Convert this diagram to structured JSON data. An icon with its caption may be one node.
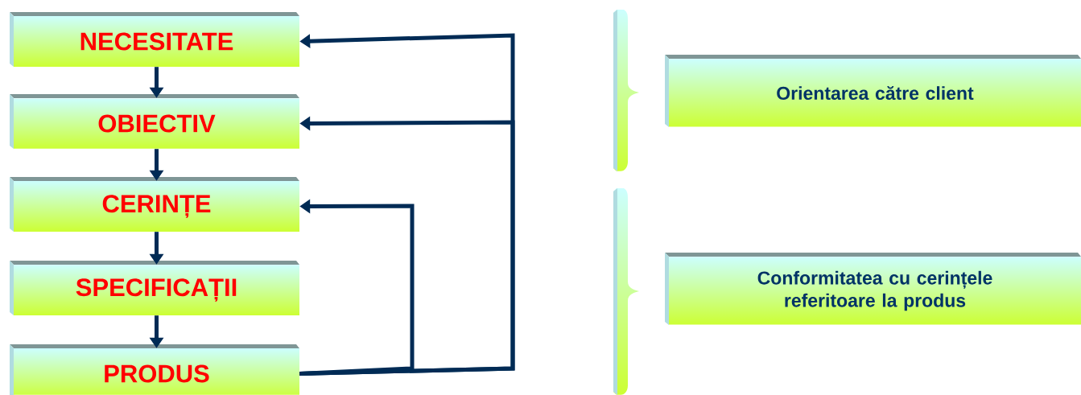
{
  "diagram": {
    "nodes": [
      {
        "text": [
          "NECESITATE"
        ]
      },
      {
        "text": [
          "OBIECTIV"
        ]
      },
      {
        "text": [
          "CERINȚE"
        ]
      },
      {
        "text": [
          "SPECIFICAȚII"
        ]
      },
      {
        "text": [
          "PRODUS"
        ]
      },
      {
        "text": [
          "Orientarea către client"
        ]
      },
      {
        "text": [
          "Conformitatea cu cerințele referitoare la produs"
        ]
      }
    ],
    "edges": [
      {
        "from": 0,
        "to": 1,
        "arrow": "to"
      },
      {
        "from": 1,
        "to": 2,
        "arrow": "to"
      },
      {
        "from": 2,
        "to": 3,
        "arrow": "to"
      },
      {
        "from": 3,
        "to": 4,
        "arrow": "to"
      },
      {
        "from": 4,
        "to": 0,
        "arrow": "to"
      },
      {
        "from": 4,
        "to": 1,
        "arrow": "to"
      },
      {
        "from": 4,
        "to": 2,
        "arrow": "to"
      }
    ]
  }
}
